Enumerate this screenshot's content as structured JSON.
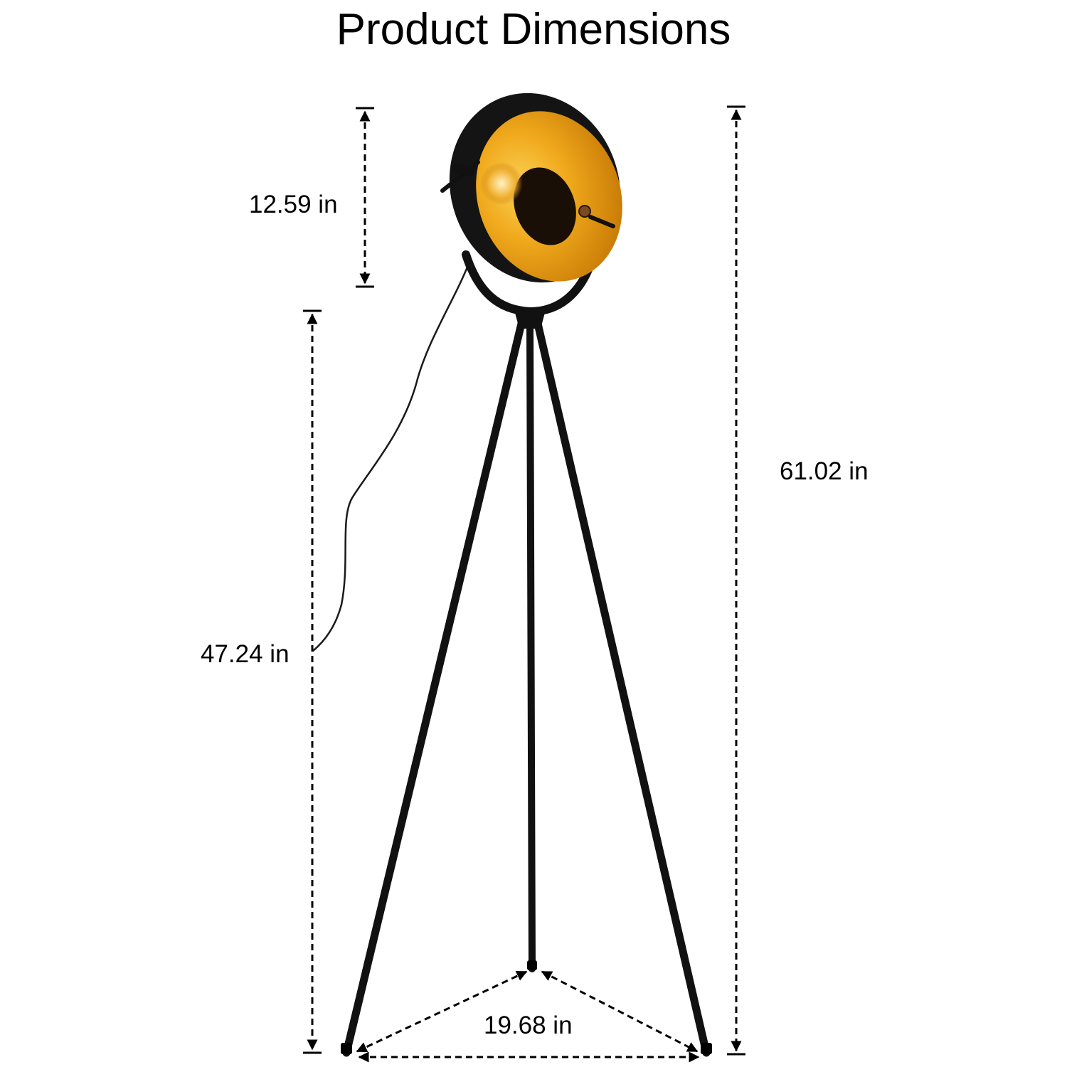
{
  "title": "Product Dimensions",
  "dimensions": {
    "shade_height": "12.59 in",
    "base_height": "47.24 in",
    "total_height": "61.02 in",
    "base_width": "19.68 in"
  },
  "colors": {
    "background": "#ffffff",
    "text": "#000000",
    "frame": "#1a1a1a",
    "shade_inner": "#e49a10",
    "shade_inner_glow": "#f7c23a"
  },
  "icons": [
    "dimension-arrow-icon",
    "floor-lamp-illustration"
  ]
}
